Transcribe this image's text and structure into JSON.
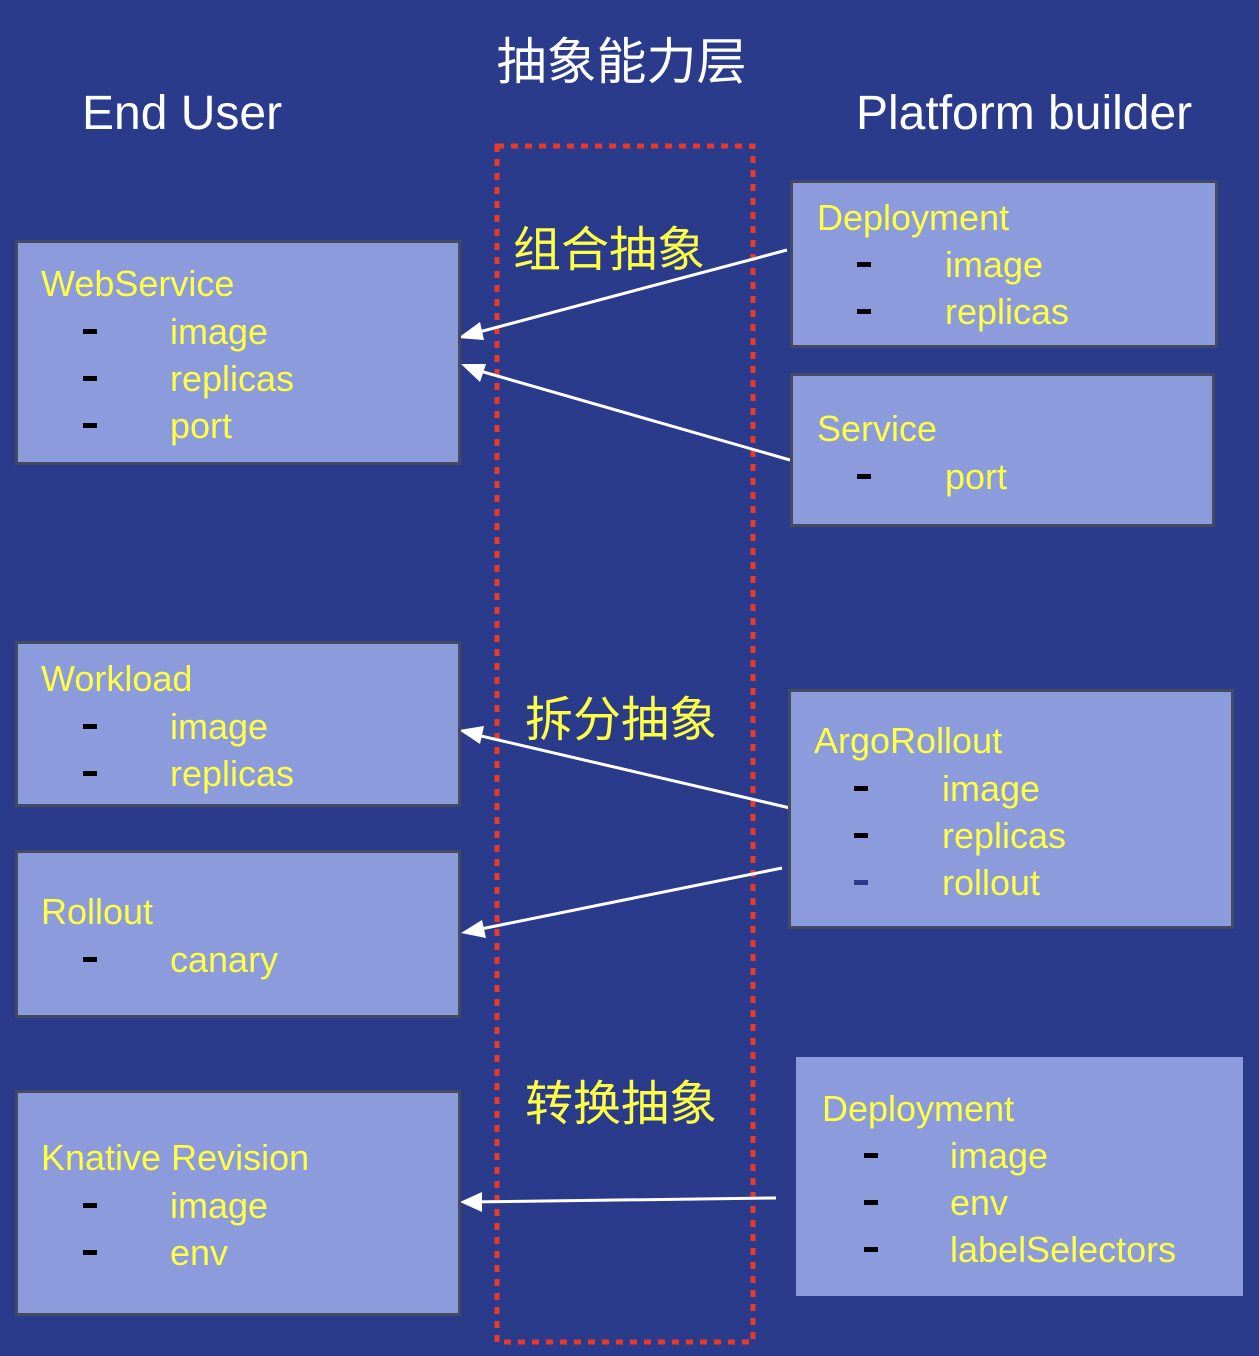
{
  "title": "抽象能力层",
  "columns": {
    "left": "End User",
    "right": "Platform builder"
  },
  "middle_labels": {
    "composition": "组合抽象",
    "split": "拆分抽象",
    "conversion": "转换抽象"
  },
  "end_user_boxes": [
    {
      "title": "WebService",
      "fields": [
        "image",
        "replicas",
        "port"
      ]
    },
    {
      "title": "Workload",
      "fields": [
        "image",
        "replicas"
      ]
    },
    {
      "title": "Rollout",
      "fields": [
        "canary"
      ]
    },
    {
      "title": "Knative Revision",
      "fields": [
        "image",
        "env"
      ]
    }
  ],
  "platform_boxes": [
    {
      "title": "Deployment",
      "fields": [
        "image",
        "replicas"
      ]
    },
    {
      "title": "Service",
      "fields": [
        "port"
      ]
    },
    {
      "title": "ArgoRollout",
      "fields": [
        "image",
        "replicas",
        "rollout"
      ]
    },
    {
      "title": "Deployment",
      "fields": [
        "image",
        "env",
        "labelSelectors"
      ]
    }
  ],
  "connections": [
    {
      "from": "Deployment",
      "to": "WebService"
    },
    {
      "from": "Service",
      "to": "WebService"
    },
    {
      "from": "ArgoRollout",
      "to": "Workload"
    },
    {
      "from": "ArgoRollout",
      "to": "Rollout"
    },
    {
      "from": "Deployment",
      "to": "Knative Revision"
    }
  ],
  "colors": {
    "background": "#2b3b8c",
    "box_fill": "#8b9bdb",
    "box_title": "#ffff44",
    "dotted_frame": "#e83a2a",
    "arrow": "#ffffff"
  }
}
